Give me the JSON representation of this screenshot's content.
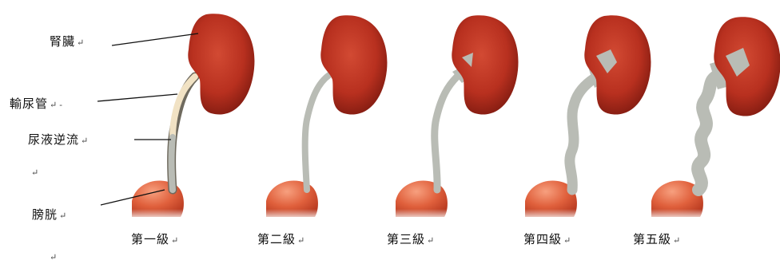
{
  "labels": {
    "kidney": "腎臟",
    "ureter": "輸尿管",
    "reflux": "尿液逆流",
    "bladder": "膀胱"
  },
  "grades": [
    "第一級",
    "第二級",
    "第三級",
    "第四級",
    "第五級"
  ],
  "paragraph_mark": "↵",
  "colors": {
    "kidney": "#b8301f",
    "kidney_dark": "#7e1a10",
    "ureter_normal": "#f1e2c4",
    "ureter_reflux": "#b9bcb5",
    "bladder": "#e0603c",
    "leader_line": "#111111"
  }
}
